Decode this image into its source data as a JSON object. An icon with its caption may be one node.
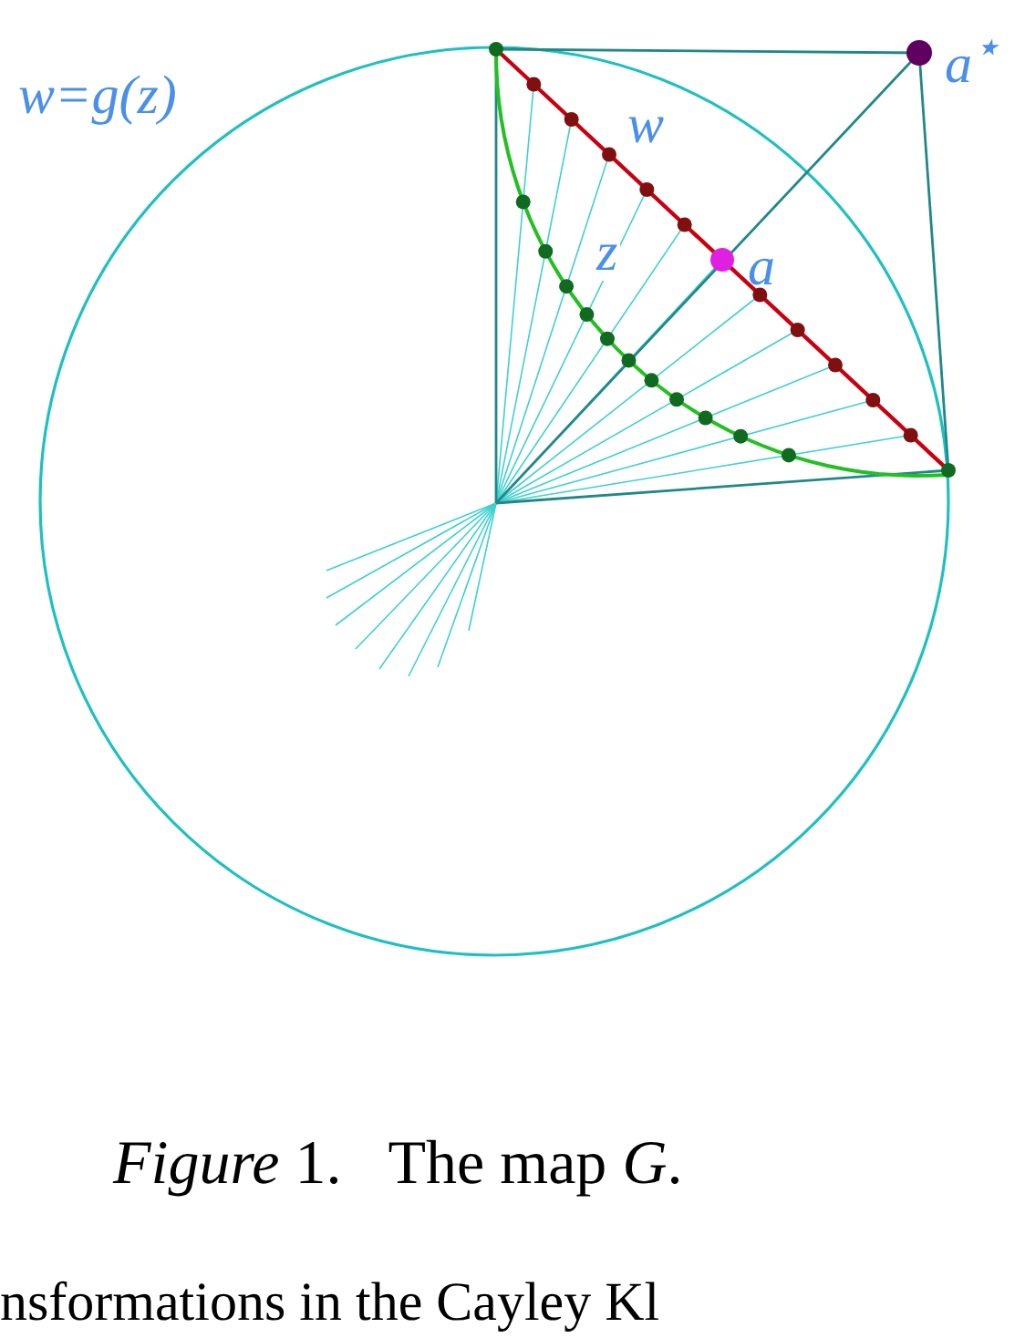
{
  "diagram": {
    "caption": "*Figure* 1.   The map *G*.",
    "labels": [
      "w=g(z)",
      "w",
      "z",
      "a",
      "a$^{⋆}$",
      "nsformations in the Cayley Kl"
    ]
  }
}
